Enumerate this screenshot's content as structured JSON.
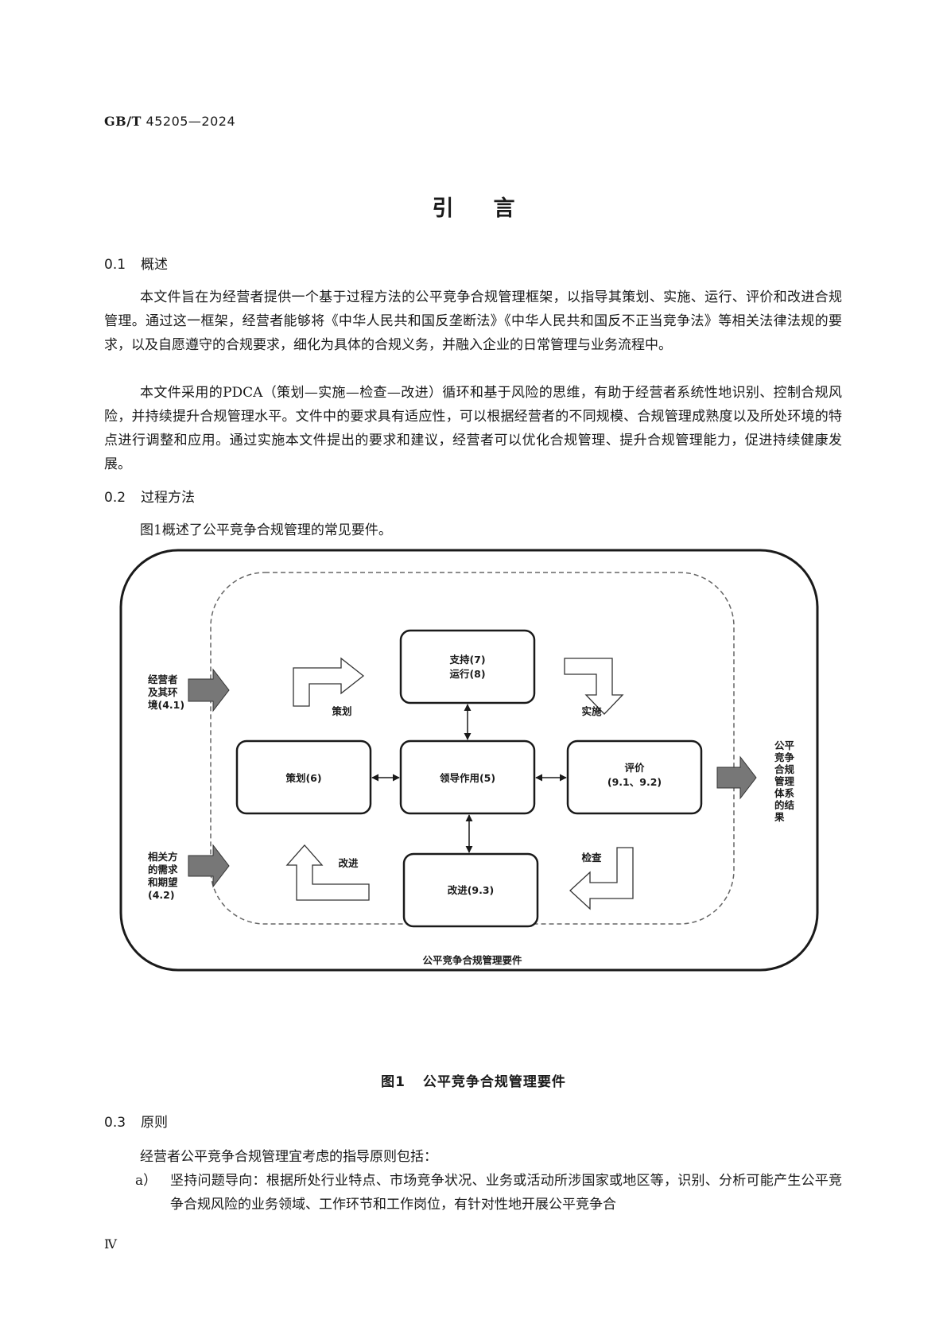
{
  "header": {
    "code_prefix": "GB/T",
    "code_number": " 45205—2024"
  },
  "title": "引言",
  "sections": {
    "s01": {
      "number": "0.1",
      "title": "概述",
      "paragraphs": [
        "本文件旨在为经营者提供一个基于过程方法的公平竞争合规管理框架，以指导其策划、实施、运行、评价和改进合规管理。通过这一框架，经营者能够将《中华人民共和国反垄断法》《中华人民共和国反不正当竞争法》等相关法律法规的要求，以及自愿遵守的合规要求，细化为具体的合规义务，并融入企业的日常管理与业务流程中。",
        "本文件采用的PDCA（策划—实施—检查—改进）循环和基于风险的思维，有助于经营者系统性地识别、控制合规风险，并持续提升合规管理水平。文件中的要求具有适应性，可以根据经营者的不同规模、合规管理成熟度以及所处环境的特点进行调整和应用。通过实施本文件提出的要求和建议，经营者可以优化合规管理、提升合规管理能力，促进持续健康发展。"
      ]
    },
    "s02": {
      "number": "0.2",
      "title": "过程方法",
      "intro": "图1概述了公平竞争合规管理的常见要件。"
    },
    "s03": {
      "number": "0.3",
      "title": "原则",
      "intro": "经营者公平竞争合规管理宜考虑的指导原则包括：",
      "items": [
        {
          "marker": "a）",
          "text": "坚持问题导向：根据所处行业特点、市场竞争状况、业务或活动所涉国家或地区等，识别、分析可能产生公平竞争合规风险的业务领域、工作环节和工作岗位，有针对性地开展公平竞争合"
        }
      ]
    }
  },
  "figure": {
    "input_top": [
      "经营者",
      "及其环",
      "境(4.1)"
    ],
    "input_bottom": [
      "相关方",
      "的需求",
      "和期望",
      "(4.2)"
    ],
    "output": [
      "公平",
      "竞争",
      "合规",
      "管理",
      "体系",
      "的结",
      "果"
    ],
    "box_support": [
      "支持(7)",
      "运行(8)"
    ],
    "box_planning": "策划(6)",
    "box_leadership": "领导作用(5)",
    "box_evaluation": [
      "评价",
      "(9.1、9.2)"
    ],
    "box_improvement": "改进(9.3)",
    "arrow_plan": "策划",
    "arrow_do": "实施",
    "arrow_check": "检查",
    "arrow_act": "改进",
    "inner_label": "公平竞争合规管理要件",
    "caption_number": "图1",
    "caption_title": "公平竞争合规管理要件"
  },
  "page_number": "Ⅳ"
}
